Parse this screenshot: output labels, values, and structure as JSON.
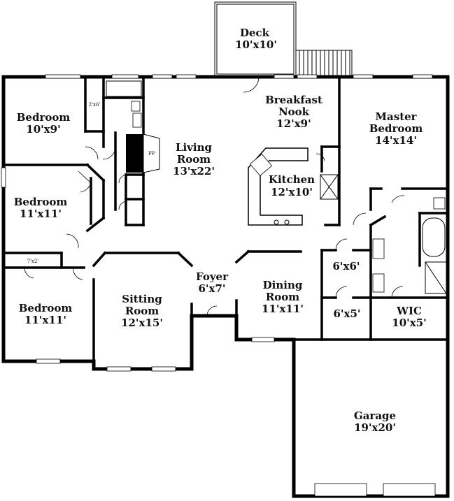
{
  "rooms": {
    "deck": {
      "name": "Deck",
      "size": "10'x10'"
    },
    "breakfast_nook": {
      "name_line1": "Breakfast",
      "name_line2": "Nook",
      "size": "12'x9'"
    },
    "master_bedroom": {
      "name_line1": "Master",
      "name_line2": "Bedroom",
      "size": "14'x14'"
    },
    "bedroom_top": {
      "name": "Bedroom",
      "size": "10'x9'"
    },
    "closet_top": {
      "size": "2'x6'"
    },
    "fireplace": {
      "label": "FP"
    },
    "living_room": {
      "name_line1": "Living",
      "name_line2": "Room",
      "size": "13'x22'"
    },
    "kitchen": {
      "name": "Kitchen",
      "size": "12'x10'"
    },
    "bedroom_middle": {
      "name": "Bedroom",
      "size": "11'x11'"
    },
    "closet_left": {
      "size": "7'x2'"
    },
    "foyer": {
      "name": "Foyer",
      "size": "6'x7'"
    },
    "dining_room": {
      "name_line1": "Dining",
      "name_line2": "Room",
      "size": "11'x11'"
    },
    "laundry": {
      "size": "6'x6'"
    },
    "storage": {
      "size": "6'x5'"
    },
    "wic": {
      "name": "WIC",
      "size": "10'x5'"
    },
    "bedroom_bottom": {
      "name": "Bedroom",
      "size": "11'x11'"
    },
    "sitting_room": {
      "name_line1": "Sitting",
      "name_line2": "Room",
      "size": "12'x15'"
    },
    "garage": {
      "name": "Garage",
      "size": "19'x20'"
    }
  }
}
